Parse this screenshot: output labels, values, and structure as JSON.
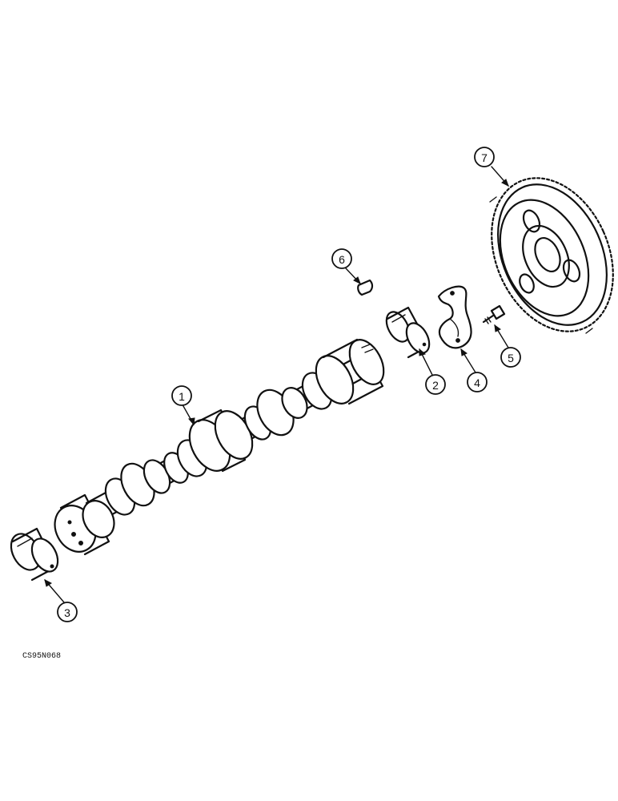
{
  "figure": {
    "drawing_code": "CS95N068"
  },
  "callouts": [
    {
      "label": "1",
      "part": "camshaft"
    },
    {
      "label": "2",
      "part": "camshaft-bushing-front"
    },
    {
      "label": "3",
      "part": "camshaft-bushing-rear"
    },
    {
      "label": "4",
      "part": "thrust-plate"
    },
    {
      "label": "5",
      "part": "bolt"
    },
    {
      "label": "6",
      "part": "woodruff-key"
    },
    {
      "label": "7",
      "part": "camshaft-gear"
    }
  ]
}
